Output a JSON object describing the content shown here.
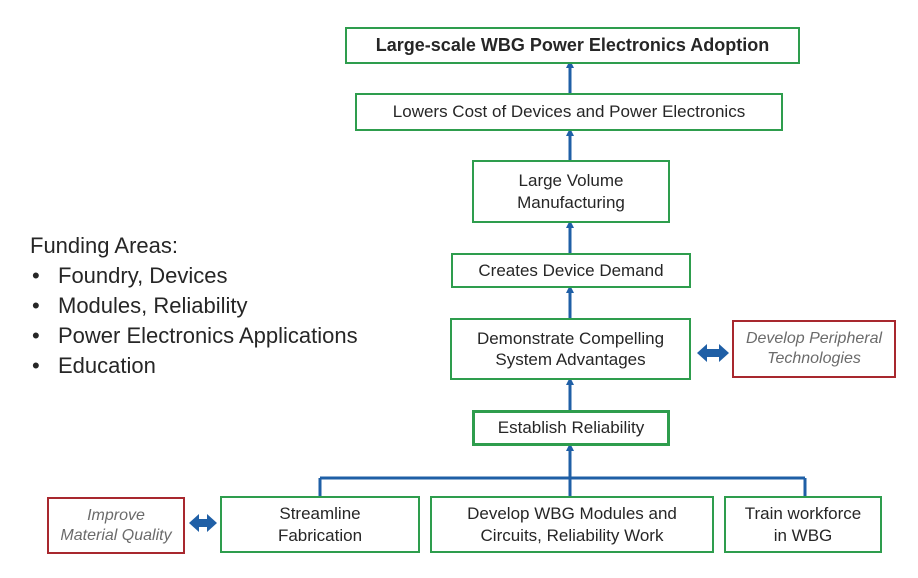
{
  "diagram": {
    "nodes": {
      "adoption": "Large-scale WBG Power Electronics Adoption",
      "lowers_cost": "Lowers Cost of Devices and Power Electronics",
      "large_volume": "Large Volume\nManufacturing",
      "device_demand": "Creates Device Demand",
      "demonstrate": "Demonstrate Compelling\nSystem Advantages",
      "peripheral": "Develop Peripheral\nTechnologies",
      "reliability": "Establish Reliability",
      "streamline": "Streamline\nFabrication",
      "wbg_modules": "Develop WBG Modules and\nCircuits, Reliability Work",
      "train": "Train workforce\nin WBG",
      "material": "Improve\nMaterial Quality"
    },
    "colors": {
      "green_border": "#2e9d4d",
      "red_border": "#a8282e",
      "arrow_blue": "#1f5fa6"
    }
  },
  "funding": {
    "heading": "Funding Areas:",
    "items": [
      "Foundry, Devices",
      "Modules, Reliability",
      "Power Electronics Applications",
      "Education"
    ]
  }
}
